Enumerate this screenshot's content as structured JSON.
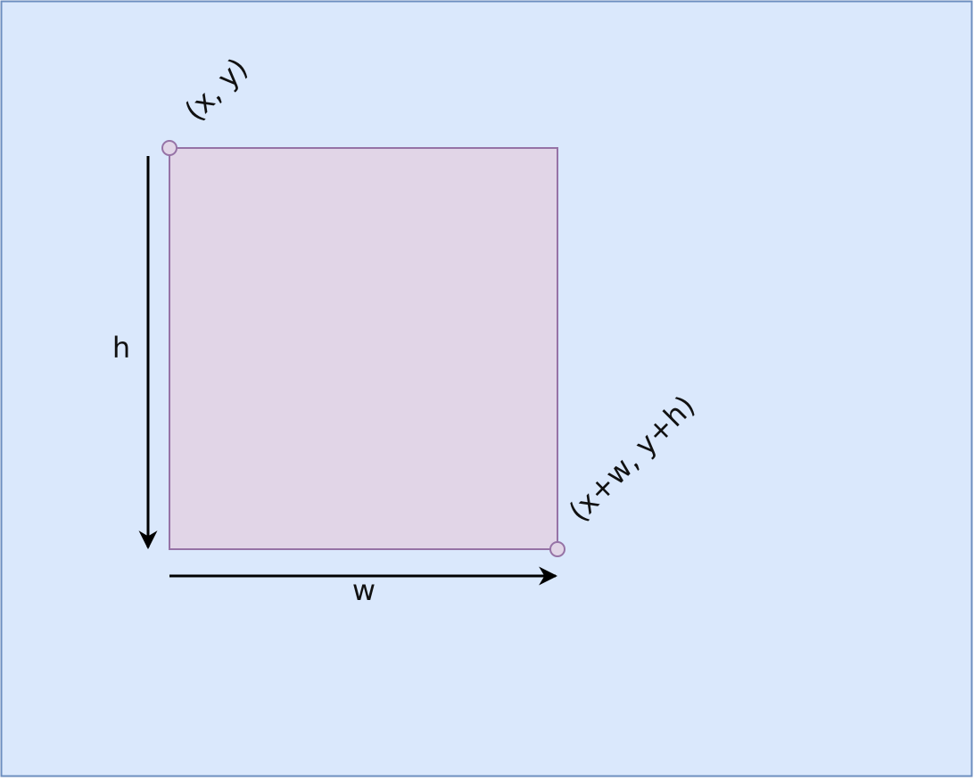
{
  "diagram": {
    "labels": {
      "top_left_corner": "(x, y)",
      "bottom_right_corner": "(x+w, y+h)",
      "height": "h",
      "width": "w"
    },
    "colors": {
      "background_fill": "#dae8fc",
      "background_stroke": "#6c8ebf",
      "rect_fill": "#e1d5e7",
      "rect_stroke": "#9673a6",
      "arrow": "#000000"
    }
  }
}
